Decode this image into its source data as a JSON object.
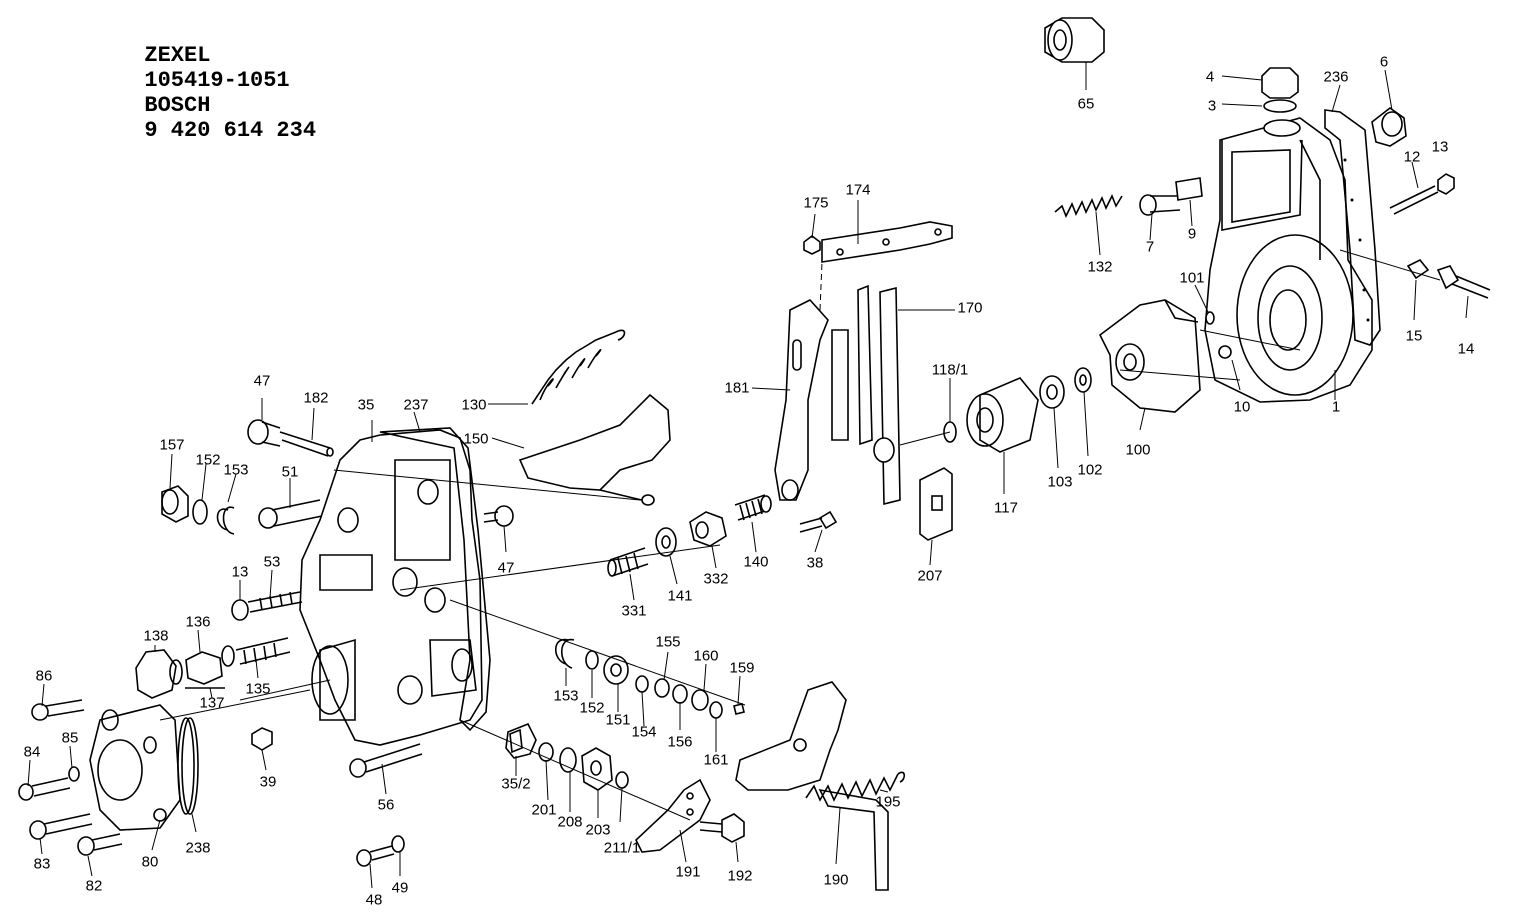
{
  "header": {
    "brand_a": "ZEXEL",
    "part_a": "105419-1051",
    "brand_b": "BOSCH",
    "part_b": "9 420 614 234"
  },
  "callouts": [
    {
      "id": "c65",
      "text": "65"
    },
    {
      "id": "c4",
      "text": "4"
    },
    {
      "id": "c3",
      "text": "3"
    },
    {
      "id": "c236",
      "text": "236"
    },
    {
      "id": "c6",
      "text": "6"
    },
    {
      "id": "c13a",
      "text": "13"
    },
    {
      "id": "c12",
      "text": "12"
    },
    {
      "id": "c174",
      "text": "174"
    },
    {
      "id": "c175",
      "text": "175"
    },
    {
      "id": "c132",
      "text": "132"
    },
    {
      "id": "c7",
      "text": "7"
    },
    {
      "id": "c9",
      "text": "9"
    },
    {
      "id": "c101",
      "text": "101"
    },
    {
      "id": "c15",
      "text": "15"
    },
    {
      "id": "c14",
      "text": "14"
    },
    {
      "id": "c10",
      "text": "10"
    },
    {
      "id": "c1",
      "text": "1"
    },
    {
      "id": "c170",
      "text": "170"
    },
    {
      "id": "c181",
      "text": "181"
    },
    {
      "id": "c118_1",
      "text": "118/1"
    },
    {
      "id": "c117",
      "text": "117"
    },
    {
      "id": "c103",
      "text": "103"
    },
    {
      "id": "c102",
      "text": "102"
    },
    {
      "id": "c100",
      "text": "100"
    },
    {
      "id": "c130",
      "text": "130"
    },
    {
      "id": "c150",
      "text": "150"
    },
    {
      "id": "c47a",
      "text": "47"
    },
    {
      "id": "c182",
      "text": "182"
    },
    {
      "id": "c35",
      "text": "35"
    },
    {
      "id": "c237",
      "text": "237"
    },
    {
      "id": "c157",
      "text": "157"
    },
    {
      "id": "c152a",
      "text": "152"
    },
    {
      "id": "c153a",
      "text": "153"
    },
    {
      "id": "c51",
      "text": "51"
    },
    {
      "id": "c47b",
      "text": "47"
    },
    {
      "id": "c38",
      "text": "38"
    },
    {
      "id": "c207",
      "text": "207"
    },
    {
      "id": "c140",
      "text": "140"
    },
    {
      "id": "c332",
      "text": "332"
    },
    {
      "id": "c141",
      "text": "141"
    },
    {
      "id": "c331",
      "text": "331"
    },
    {
      "id": "c13b",
      "text": "13"
    },
    {
      "id": "c53",
      "text": "53"
    },
    {
      "id": "c138",
      "text": "138"
    },
    {
      "id": "c136",
      "text": "136"
    },
    {
      "id": "c137",
      "text": "137"
    },
    {
      "id": "c135",
      "text": "135"
    },
    {
      "id": "c86",
      "text": "86"
    },
    {
      "id": "c84",
      "text": "84"
    },
    {
      "id": "c85",
      "text": "85"
    },
    {
      "id": "c83",
      "text": "83"
    },
    {
      "id": "c82",
      "text": "82"
    },
    {
      "id": "c80",
      "text": "80"
    },
    {
      "id": "c238",
      "text": "238"
    },
    {
      "id": "c39",
      "text": "39"
    },
    {
      "id": "c56",
      "text": "56"
    },
    {
      "id": "c48",
      "text": "48"
    },
    {
      "id": "c49",
      "text": "49"
    },
    {
      "id": "c153b",
      "text": "153"
    },
    {
      "id": "c152b",
      "text": "152"
    },
    {
      "id": "c151",
      "text": "151"
    },
    {
      "id": "c154",
      "text": "154"
    },
    {
      "id": "c155",
      "text": "155"
    },
    {
      "id": "c156",
      "text": "156"
    },
    {
      "id": "c160",
      "text": "160"
    },
    {
      "id": "c159",
      "text": "159"
    },
    {
      "id": "c161",
      "text": "161"
    },
    {
      "id": "c35_2",
      "text": "35/2"
    },
    {
      "id": "c201",
      "text": "201"
    },
    {
      "id": "c208",
      "text": "208"
    },
    {
      "id": "c203",
      "text": "203"
    },
    {
      "id": "c211_1",
      "text": "211/1"
    },
    {
      "id": "c191",
      "text": "191"
    },
    {
      "id": "c192",
      "text": "192"
    },
    {
      "id": "c190",
      "text": "190"
    },
    {
      "id": "c195",
      "text": "195"
    }
  ]
}
